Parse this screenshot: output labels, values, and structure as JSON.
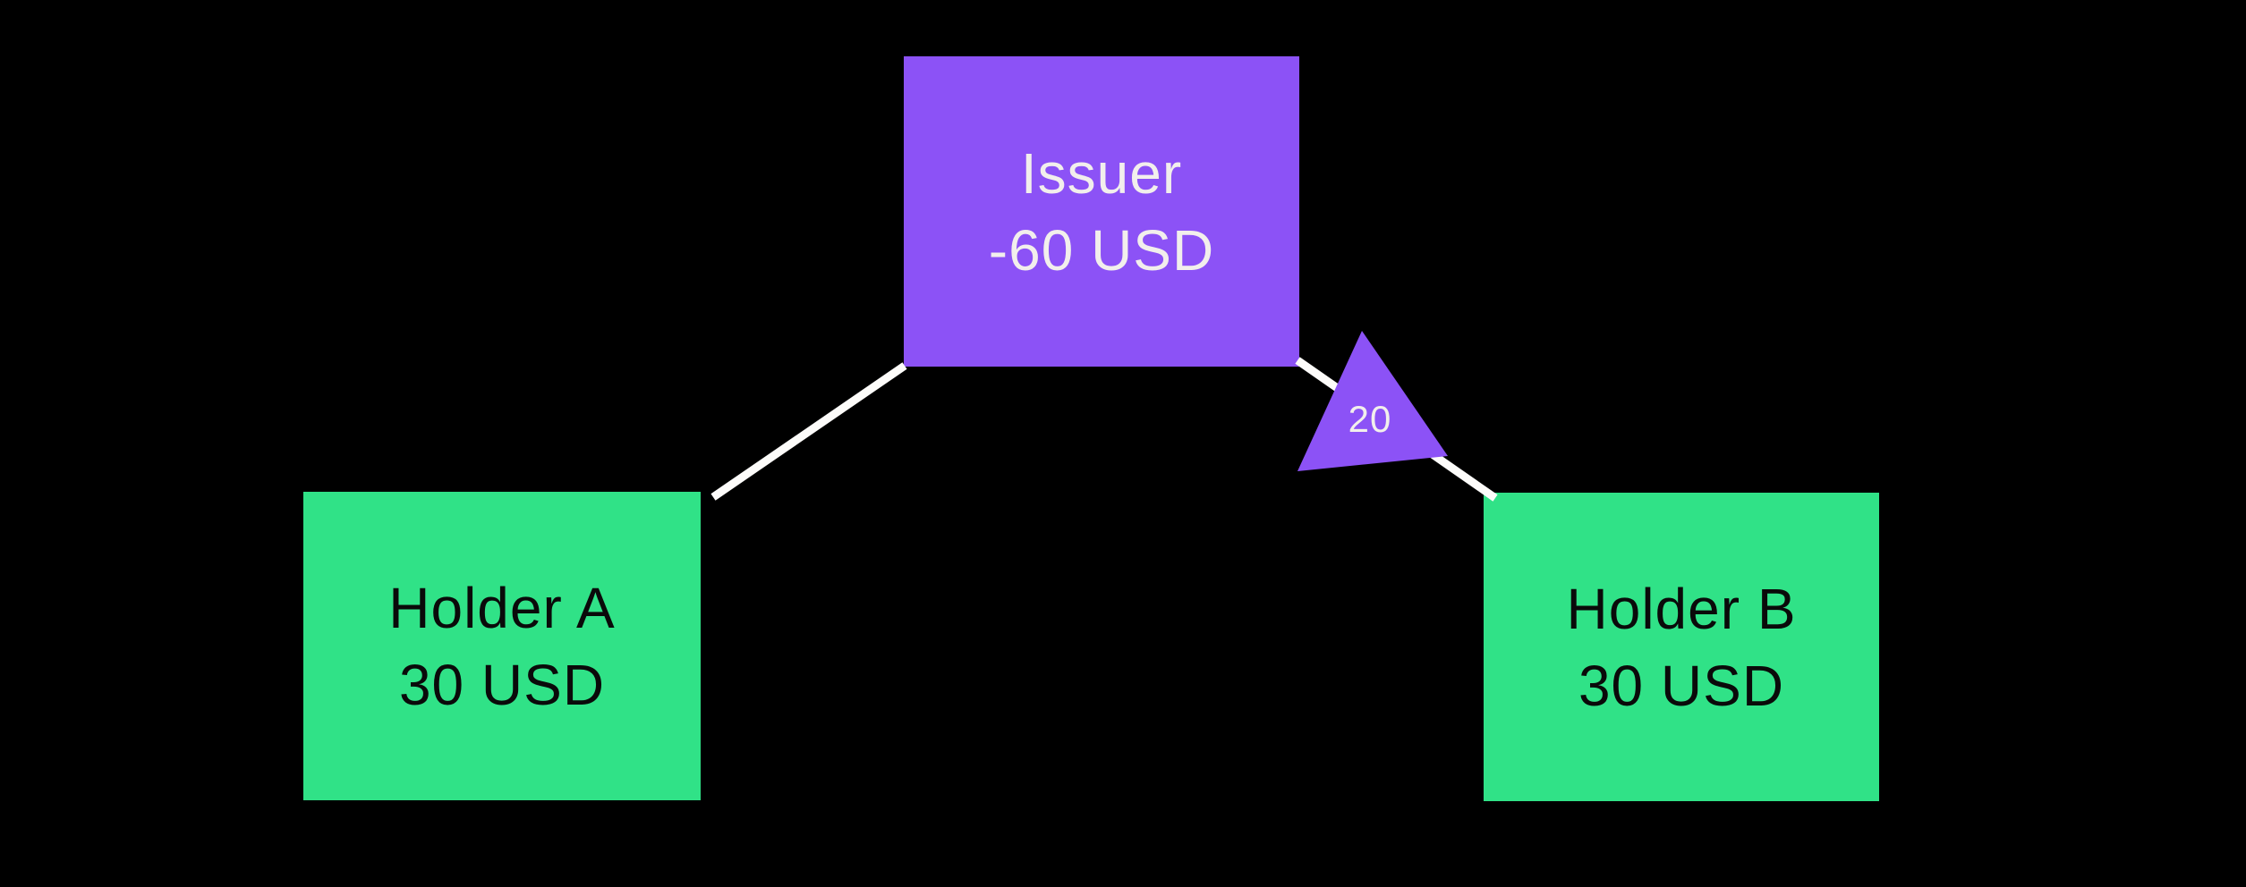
{
  "diagram": {
    "background_color": "#000000",
    "colors": {
      "issuer_box": "#8c52f6",
      "holder_box": "#30e287",
      "edge_line": "#fdfcfa",
      "issuer_text": "#f2efec",
      "holder_text": "#0a0a0a",
      "marker_triangle": "#8c52f6",
      "marker_label_text": "#f2efec"
    },
    "nodes": {
      "issuer": {
        "name": "Issuer",
        "amount": "-60 USD"
      },
      "holder_a": {
        "name": "Holder A",
        "amount": "30 USD"
      },
      "holder_b": {
        "name": "Holder B",
        "amount": "30 USD"
      }
    },
    "edges": {
      "issuer_to_holder_a": {
        "label": ""
      },
      "issuer_to_holder_b": {
        "label": "20"
      }
    }
  }
}
